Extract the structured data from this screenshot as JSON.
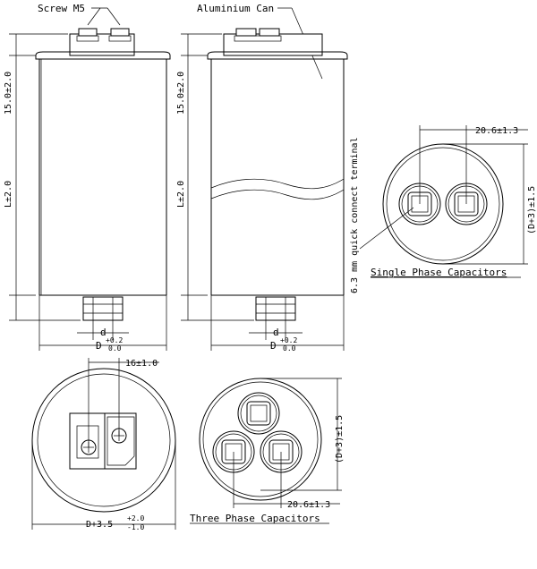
{
  "labels": {
    "screw": "Screw M5",
    "can": "Aluminium Can",
    "quick_connect": "6.3 mm quick connect terminal",
    "single_phase": "Single Phase Capacitors",
    "three_phase": "Three Phase Capacitors"
  },
  "dims": {
    "top_left": "15.0±2.0",
    "length_left": "L±2.0",
    "top_right": "15.0±2.0",
    "length_right": "L±2.0",
    "d_left": "d",
    "d_right": "d",
    "D_left": "D",
    "D_right": "D",
    "tol_plus": "+0.2",
    "tol_zero": "0.0",
    "terminal_spacing": "16±1.0",
    "base_dia": "D+3.5",
    "base_tol_plus": "+2.0",
    "base_tol_minus": "-1.0",
    "single_spacing": "20.6±1.3",
    "single_dia": "(D+3)±1.5",
    "three_spacing": "20.6±1.3",
    "three_dia": "(D+3)±1.5"
  }
}
